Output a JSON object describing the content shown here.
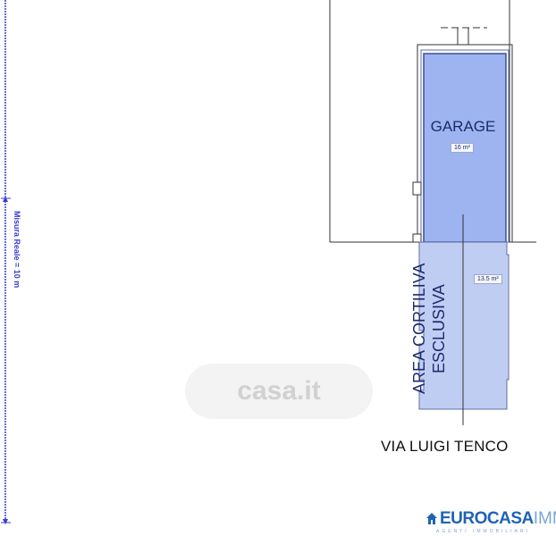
{
  "scale": {
    "label": "Misura Reale = 10 m"
  },
  "rooms": [
    {
      "id": "garage",
      "name": "GARAGE",
      "area": "16 m²"
    },
    {
      "id": "courtyard",
      "name": "AREA CORTILIVA ESCLUSIVA",
      "area": "13.5 m²"
    }
  ],
  "street": {
    "name": "VIA LUIGI TENCO"
  },
  "watermark": {
    "text": "casa.it"
  },
  "logo": {
    "main": "EUROCASA",
    "suffix": "IMM",
    "tagline": "AGENTI IMMOBILIARI"
  },
  "colors": {
    "garage_fill": "#9db4f0",
    "courtyard_fill": "#c0cdf3",
    "scale_color": "#3a3ad0",
    "wall": "#333333"
  }
}
